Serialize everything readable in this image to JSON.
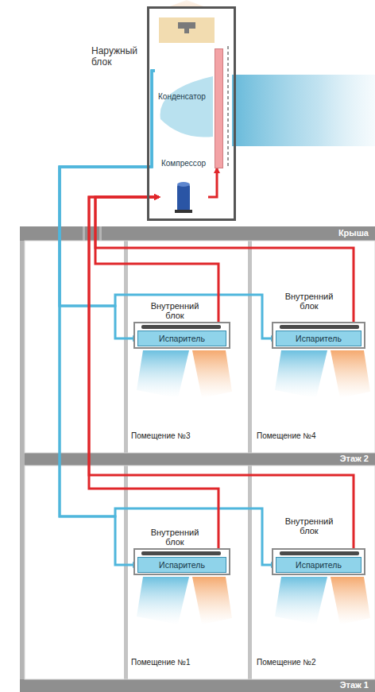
{
  "diagram": {
    "nodes": [
      {
        "text": [
          "Наружный блок"
        ]
      },
      {
        "text": [
          "Конденсатор"
        ],
        "in": 0
      },
      {
        "text": [
          "Компрессор"
        ],
        "in": 0
      },
      {
        "text": [
          "Внутренний блок"
        ]
      },
      {
        "text": [
          "Испаритель"
        ],
        "in": 3
      },
      {
        "text": [
          "Внутренний блок"
        ]
      },
      {
        "text": [
          "Испаритель"
        ],
        "in": 5
      },
      {
        "text": [
          "Внутренний блок"
        ]
      },
      {
        "text": [
          "Испаритель"
        ],
        "in": 7
      },
      {
        "text": [
          "Внутренний блок"
        ]
      },
      {
        "text": [
          "Испаритель"
        ],
        "in": 9
      }
    ],
    "edges": [
      {
        "from": 2,
        "to": 1,
        "arrow": "to"
      },
      {
        "from": 1,
        "to": 4,
        "arrow": "to"
      },
      {
        "from": 1,
        "to": 6,
        "arrow": "to"
      },
      {
        "from": 1,
        "to": 8,
        "arrow": "to"
      },
      {
        "from": 1,
        "to": 10,
        "arrow": "to"
      },
      {
        "from": 4,
        "to": 2,
        "arrow": "to"
      },
      {
        "from": 6,
        "to": 2,
        "arrow": "to"
      },
      {
        "from": 8,
        "to": 2,
        "arrow": "to"
      },
      {
        "from": 10,
        "to": 2,
        "arrow": "to"
      }
    ],
    "labels": [
      "Крыша",
      "Помещение №3",
      "Помещение №4",
      "Этаж 2",
      "Помещение №1",
      "Помещение №2",
      "Этаж 1"
    ]
  }
}
